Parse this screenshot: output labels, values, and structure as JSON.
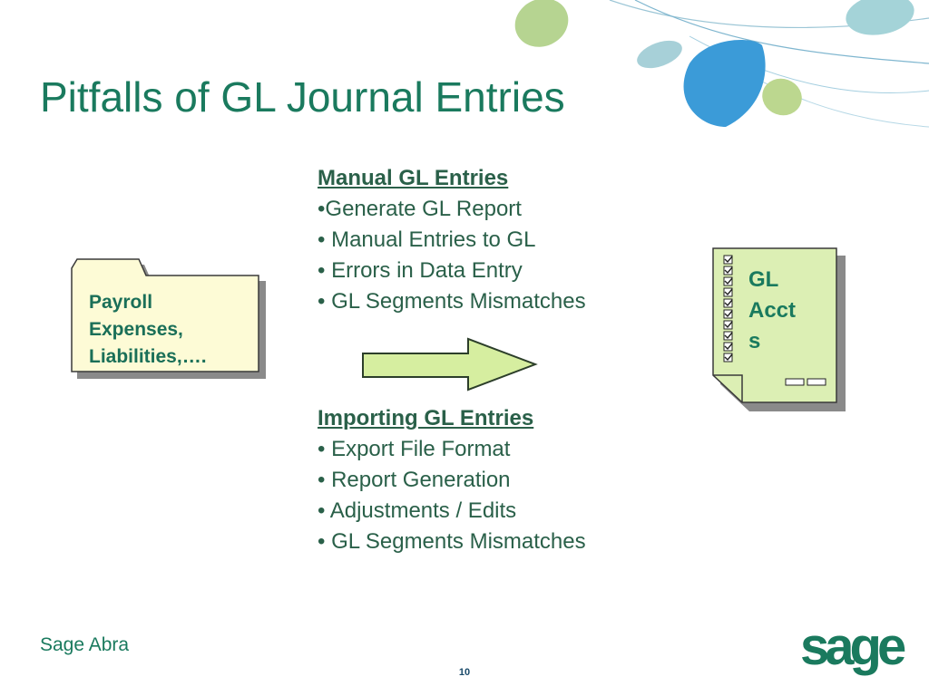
{
  "slide": {
    "title": "Pitfalls of GL Journal Entries"
  },
  "manual": {
    "heading": "Manual GL Entries",
    "items": [
      "•Generate GL Report",
      "• Manual Entries to GL",
      "• Errors in Data Entry",
      "• GL Segments Mismatches"
    ]
  },
  "importing": {
    "heading": "Importing GL Entries",
    "items": [
      "• Export File Format",
      "• Report Generation",
      "• Adjustments / Edits",
      "• GL Segments Mismatches"
    ]
  },
  "folder": {
    "lines": [
      "Payroll",
      "Expenses,",
      "Liabilities,…."
    ]
  },
  "gl_doc": {
    "lines": [
      "GL",
      "Acct",
      "s"
    ]
  },
  "footer": {
    "brand": "Sage Abra",
    "logo": "sage",
    "page": "10"
  },
  "colors": {
    "title": "#1a7a5e",
    "box_fill": "#fdfbd6",
    "arrow_fill": "#d6eea0",
    "doc_fill": "#dcefb4"
  }
}
